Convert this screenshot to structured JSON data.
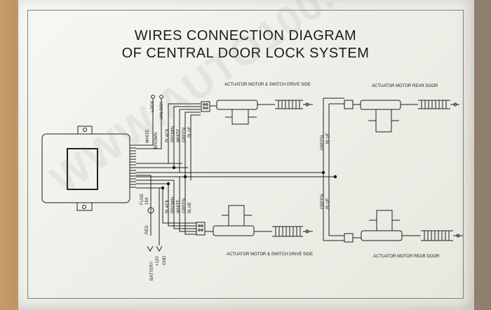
{
  "title_line_1": "WIRES CONNECTION DIAGRAM",
  "title_line_2": "OF  CENTRAL DOOR LOCK SYSTEM",
  "watermark": "WWW.AUTO100.RO",
  "labels": {
    "actuator_switch_top": "ACTUATOR MOTOR & SWITCH DRIVE SIDE",
    "actuator_rear_top": "ACTUATOR MOTOR REAR DOOR",
    "actuator_switch_bottom": "ACTUATOR MOTOR & SWITCH DRIVE SIDE",
    "actuator_rear_bottom": "ACTUATOR MOTOR REAR DOOR",
    "lock": "LOCK",
    "unlock": "UNLOCK",
    "white_left": "WHITE",
    "brown_left": "BROWN",
    "black_top": "BLACK",
    "brown_top": "BROWN",
    "white_top": "WHITE",
    "green_top": "GREEN",
    "blue_top": "BLUE",
    "green_mid": "GREEN",
    "blue_mid": "BLUE",
    "green_low": "GREEN",
    "blue_low": "BLUE",
    "fuse": "FUSE",
    "fuse_rating": "15A",
    "red": "RED",
    "black_bottom": "BLACK",
    "brown_bottom": "BROWN",
    "white_bottom": "WHITE",
    "green_bottom": "GREEN",
    "blue_bottom": "BLUE",
    "battery": "BATTERY",
    "battery_plus": "+12V",
    "battery_gnd": "GND"
  }
}
